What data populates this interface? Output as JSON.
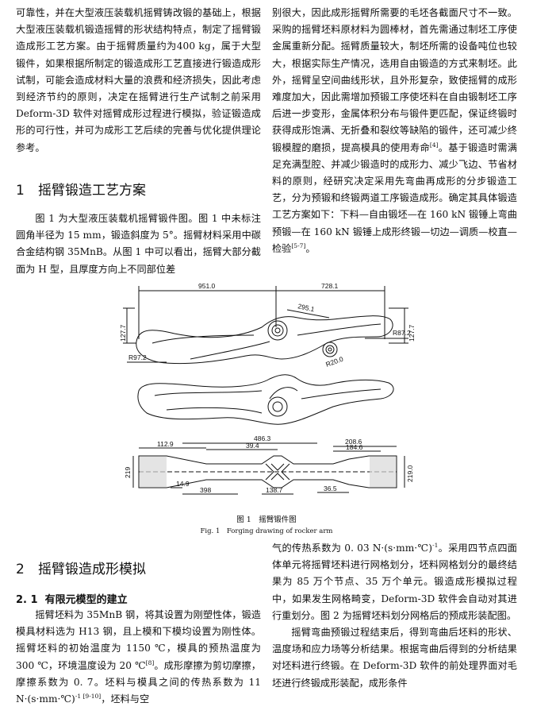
{
  "top_left": {
    "p1": "可靠性，并在大型液压装载机摇臂铸改锻的基础上，根据大型液压装载机锻造摇臂的形状结构特点，制定了摇臂锻造成形工艺方案。由于摇臂质量约为400 kg，属于大型锻件，如果根据所制定的锻造成形工艺直接进行锻造成形试制，可能会造成材料大量的浪费和经济损失，因此考虑到经济节约的原则，决定在摇臂进行生产试制之前采用 Deform-3D 软件对摇臂成形过程进行模拟，验证锻造成形的可行性，并可为成形工艺后续的完善与优化提供理论参考。"
  },
  "section1": {
    "number": "1",
    "title": "摇臂锻造工艺方案"
  },
  "sec1_left": {
    "p1": "图 1 为大型液压装载机摇臂锻件图。图 1 中未标注圆角半径为 15 mm，锻造斜度为 5°。摇臂材料采用中碳合金结构钢 35MnB。从图 1 中可以看出，摇臂大部分截面为 H 型，且厚度方向上不同部位差"
  },
  "top_right": {
    "p1a": "别很大，因此成形摇臂所需要的毛坯各截面尺寸不一致。采购的摇臂坯料原材料为圆棒材，首先需通过制坯工序使金属重新分配。摇臂质量较大，制坯所需的设备吨位也较大，根据实际生产情况，选用自由锻造的方式来制坯。此外，摇臂呈空间曲线形状，且外形复杂，致使摇臂的成形难度加大，因此需增加预锻工序使坯料在自由锻制坯工序后进一步变形，金属体积分布与锻件更匹配，保证终锻时获得成形饱满、无折叠和裂纹等缺陷的锻件，还可减少终锻模膛的磨损，提高模具的使用寿命",
    "ref1": "[4]",
    "p1b": "。基于锻造时需满足充满型腔、并减少锻造时的成形力、减少飞边、节省材料的原则，经研究决定采用先弯曲再成形的分步锻造工艺，分为预锻和终锻两道工序锻造成形。确定其具体锻造工艺方案如下：下料—自由锻坯—在 160 kN 锻锤上弯曲预锻—在 160 kN 锻锤上成形终锻—切边—调质—校直—检验",
    "ref2": "[5-7]",
    "p1c": "。"
  },
  "figure": {
    "caption_cn": "图 1　摇臂锻件图",
    "caption_en": "Fig. 1　Forging drawing of rocker arm",
    "dims": {
      "d951": "951.0",
      "d728": "728.1",
      "d295": "295.1",
      "d127a": "127.7",
      "d127b": "127.7",
      "r87": "R87.2",
      "r97": "R97.2",
      "r20": "R20.0",
      "d112": "112.9",
      "d486": "486.3",
      "d394": "39.4",
      "d208": "208.6",
      "d184": "184.6",
      "d219a": "219",
      "d219b": "219.0",
      "d149": "14.9",
      "d398": "398",
      "d138": "138.7",
      "d365": "36.5"
    }
  },
  "section2": {
    "number": "2",
    "title": "摇臂锻造成形模拟"
  },
  "sub21": {
    "number": "2. 1",
    "title": "有限元模型的建立"
  },
  "bottom_left": {
    "p1a": "摇臂坯料为 35MnB 钢，将其设置为刚塑性体，锻造模具材料选为 H13 钢，且上模和下模均设置为刚性体。摇臂坯料的初始温度为 1150 ℃，模具的预热温度为 300 ℃，环境温度设为 20 ℃",
    "ref1": "[8]",
    "p1b": "。成形摩擦为剪切摩擦，摩擦系数为 0. 7。坯料与模具之间的传热系数为 11 N·(s·mm·℃)",
    "ref2": "-1 [9-10]",
    "p1c": "，坯料与空"
  },
  "bottom_right": {
    "p1a": "气的传热系数为 0. 03 N·(s·mm·℃)",
    "sup1": "-1",
    "p1b": "。采用四节点四面体单元将摇臂坯料进行网格划分，坯料网格划分的最终结果为 85 万个节点、35 万个单元。锻造成形模拟过程中，如果发生网格畸变，Deform-3D 软件会自动对其进行重划分。图 2 为摇臂坯料划分网格后的预成形装配图。",
    "p2": "摇臂弯曲预锻过程结束后，得到弯曲后坯料的形状、温度场和应力场等分析结果。根据弯曲后得到的分析结果对坯料进行终锻。在 Deform-3D 软件的前处理界面对毛坯进行终锻成形装配，成形条件"
  }
}
